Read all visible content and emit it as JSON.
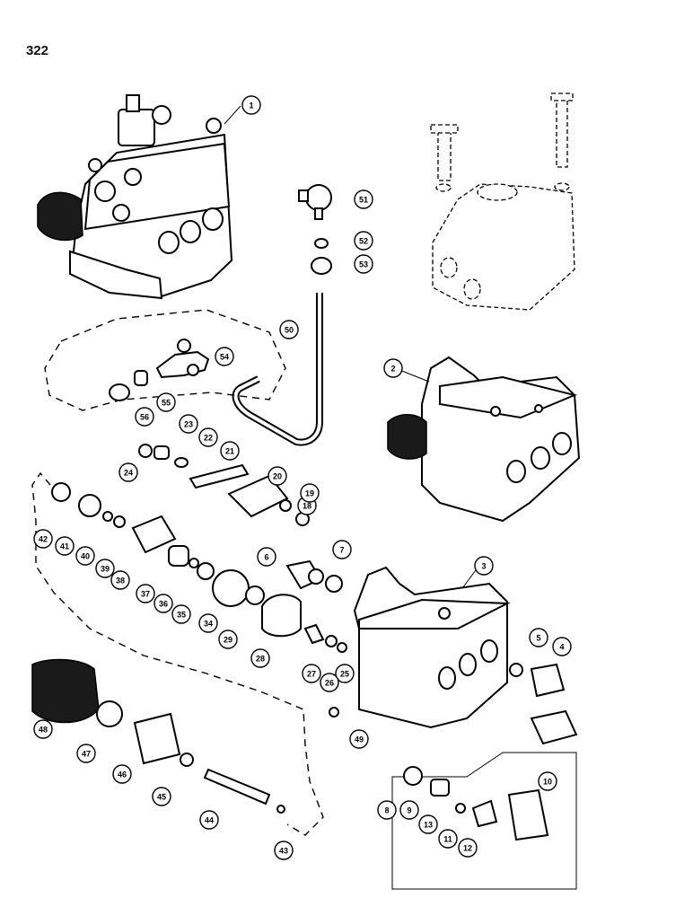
{
  "page": {
    "number": "322"
  },
  "callouts": [
    "1",
    "2",
    "3",
    "4",
    "5",
    "6",
    "7",
    "8",
    "9",
    "10",
    "11",
    "12",
    "13",
    "18",
    "19",
    "20",
    "21",
    "22",
    "23",
    "24",
    "25",
    "26",
    "27",
    "28",
    "29",
    "34",
    "35",
    "36",
    "37",
    "38",
    "39",
    "40",
    "41",
    "42",
    "43",
    "44",
    "45",
    "46",
    "47",
    "48",
    "49",
    "50",
    "51",
    "52",
    "53",
    "54",
    "55",
    "56"
  ],
  "components": {
    "valve_assembly": "valve-assembly",
    "valve_housing_a": "valve-housing",
    "valve_housing_b": "valve-housing",
    "ghost_valve": "mounting-reference-outline",
    "hose": "hose-tube"
  }
}
